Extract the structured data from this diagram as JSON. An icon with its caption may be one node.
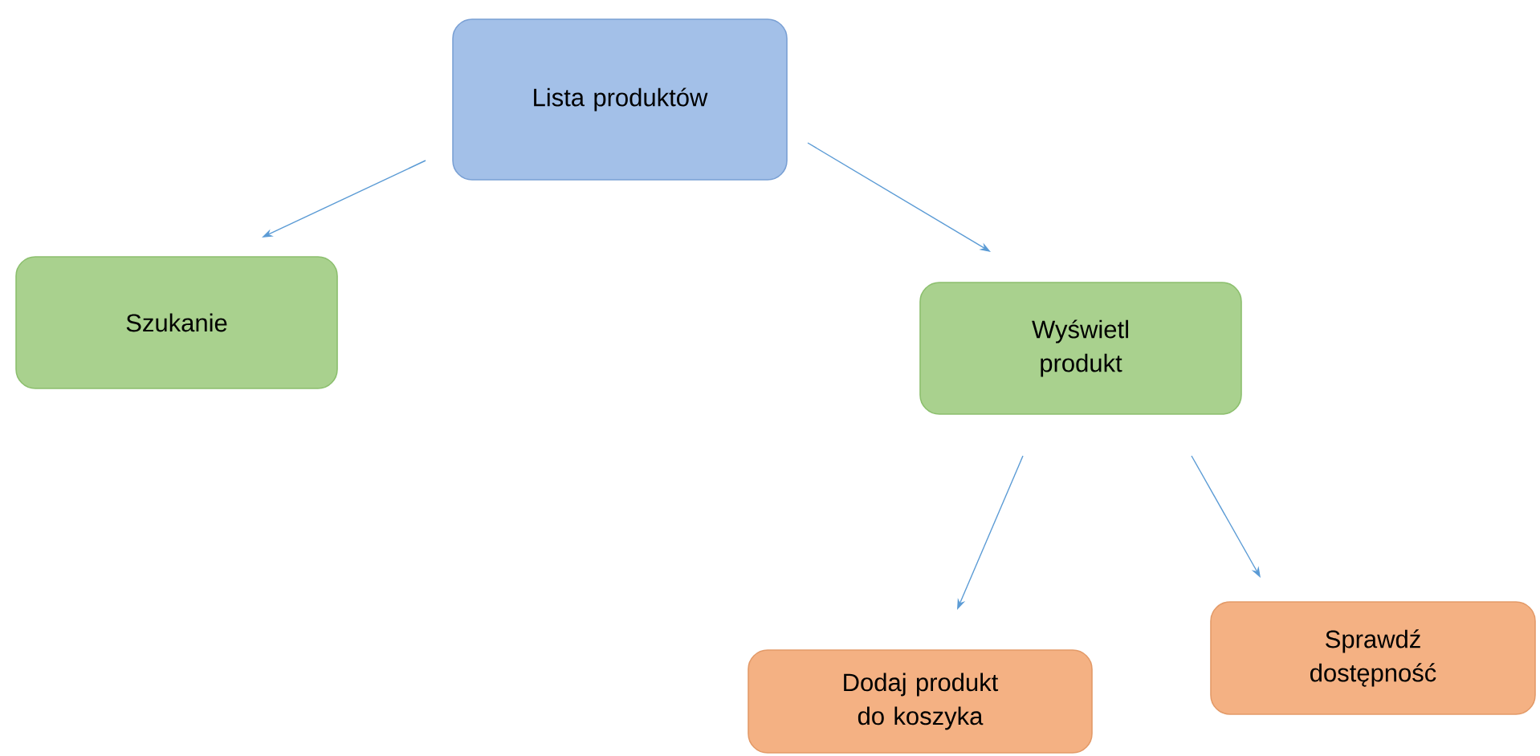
{
  "diagram": {
    "nodes": [
      {
        "text": [
          "Lista produktów"
        ]
      },
      {
        "text": [
          "Szukanie"
        ]
      },
      {
        "text": [
          "Wyświetl produkt"
        ]
      },
      {
        "text": [
          "Dodaj produkt do koszyka"
        ]
      },
      {
        "text": [
          "Sprawdź dostępność"
        ]
      }
    ],
    "edges": [
      {
        "from": 0,
        "to": 1,
        "arrow": "to"
      },
      {
        "from": 0,
        "to": 2,
        "arrow": "to"
      },
      {
        "from": 2,
        "to": 3,
        "arrow": "to"
      },
      {
        "from": 2,
        "to": 4,
        "arrow": "to"
      }
    ]
  }
}
